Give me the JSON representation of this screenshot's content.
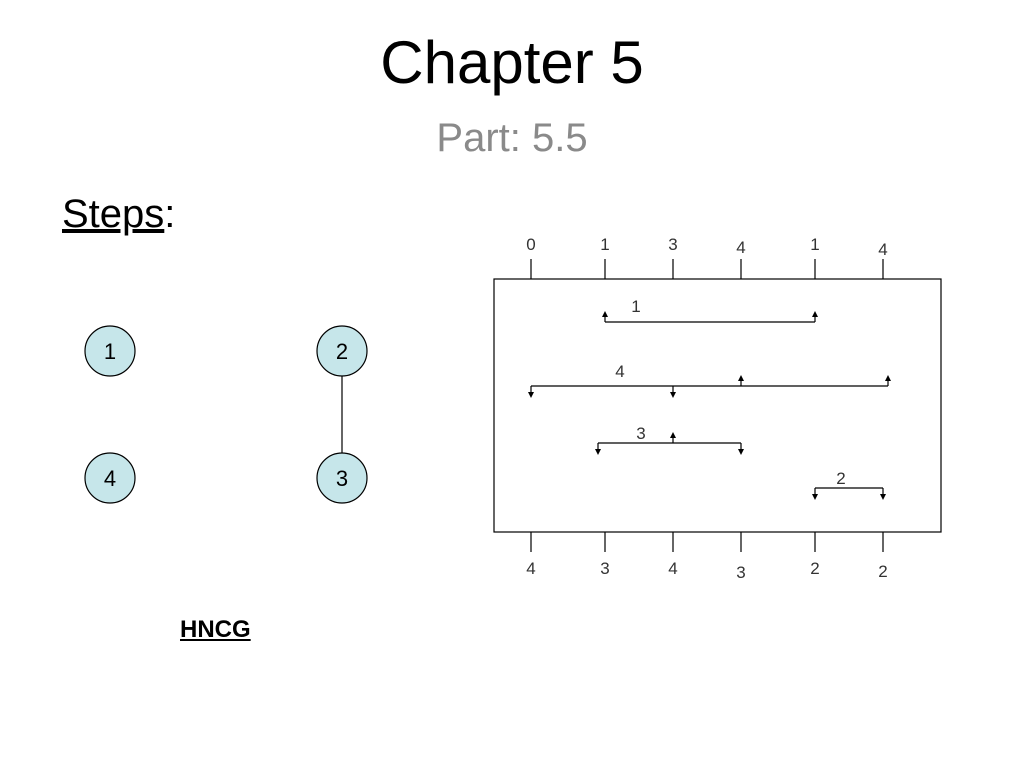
{
  "slide": {
    "title": "Chapter 5",
    "subtitle": "Part: 5.5",
    "steps_word": "Steps",
    "steps_colon": ":",
    "caption": "HNCG"
  },
  "graph": {
    "nodes": [
      {
        "id": "n1",
        "label": "1"
      },
      {
        "id": "n2",
        "label": "2"
      },
      {
        "id": "n3",
        "label": "3"
      },
      {
        "id": "n4",
        "label": "4"
      }
    ],
    "edges": [
      {
        "from": "n2",
        "to": "n3"
      }
    ],
    "node_fill": "#c6e6ea"
  },
  "channel": {
    "top_pins": [
      "0",
      "1",
      "3",
      "4",
      "1",
      "4"
    ],
    "bottom_pins": [
      "4",
      "3",
      "4",
      "3",
      "2",
      "2"
    ],
    "nets": [
      {
        "label": "1"
      },
      {
        "label": "4"
      },
      {
        "label": "3"
      },
      {
        "label": "2"
      }
    ]
  }
}
